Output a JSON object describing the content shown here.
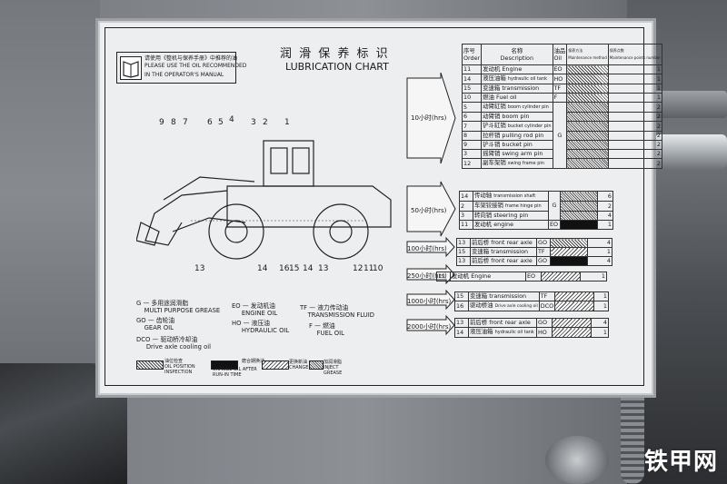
{
  "notice": {
    "zh": "请使用《整机与保养手册》中推荐的油",
    "line1": "PLEASE USE THE OIL RECOMMENDED",
    "line2": "IN THE OPERATOR'S MANUAL"
  },
  "title": {
    "zh": "润 滑 保 养 标 识",
    "en": "LUBRICATION CHART"
  },
  "diagram_numbers": {
    "top": [
      "9",
      "8",
      "7",
      "6",
      "5",
      "4",
      "3",
      "2",
      "1"
    ],
    "bottom": [
      "13",
      "14",
      "16",
      "15",
      "14",
      "13",
      "12",
      "11",
      "10"
    ]
  },
  "table_header": {
    "order_zh": "序号",
    "order_en": "Order",
    "desc_zh": "名称",
    "desc_en": "Description",
    "oil_zh": "油品",
    "oil_en": "Oil",
    "method_zh": "保养方法",
    "method_en": "Maintenance method",
    "count_zh": "保养点数",
    "count_en": "Maintenance points number"
  },
  "intervals": {
    "h10": "10小时(hrs)",
    "h50": "50小时(hrs)",
    "h100": "100小时(hrs)",
    "h250": "250小时(hrs)",
    "h1000": "1000小时(hrs)",
    "h2000": "2000小时(hrs)"
  },
  "rows_10h": [
    {
      "order": "11",
      "zh": "发动机",
      "en": "Engine",
      "oil": "EO",
      "count": "1"
    },
    {
      "order": "14",
      "zh": "液压油箱",
      "en": "hydraulic oil tank",
      "oil": "HO",
      "count": "1"
    },
    {
      "order": "15",
      "zh": "变速箱",
      "en": "transmission",
      "oil": "TF",
      "count": "1"
    },
    {
      "order": "10",
      "zh": "燃油",
      "en": "Fuel oil",
      "oil": "F",
      "count": "1"
    },
    {
      "order": "5",
      "zh": "动臂缸销",
      "en": "boom cylinder pin",
      "oil": "",
      "count": "2"
    },
    {
      "order": "6",
      "zh": "动臂销",
      "en": "boom pin",
      "oil": "",
      "count": "2"
    },
    {
      "order": "7",
      "zh": "铲斗缸销",
      "en": "bucket cylinder pin",
      "oil": "G",
      "count": "2"
    },
    {
      "order": "8",
      "zh": "拉杆销",
      "en": "pulling rod pin",
      "oil": "",
      "count": "2"
    },
    {
      "order": "9",
      "zh": "铲斗销",
      "en": "bucket pin",
      "oil": "",
      "count": "2"
    },
    {
      "order": "3",
      "zh": "摇臂销",
      "en": "swing arm pin",
      "oil": "",
      "count": "2"
    },
    {
      "order": "12",
      "zh": "副车架销",
      "en": "swing frame pin",
      "oil": "",
      "count": "2"
    }
  ],
  "rows_50h": [
    {
      "order": "14",
      "zh": "传动轴",
      "en": "transmission shaft",
      "oil": "",
      "count": "6"
    },
    {
      "order": "2",
      "zh": "车架铰接销",
      "en": "frame hinge pin",
      "oil": "G",
      "count": "2"
    },
    {
      "order": "3",
      "zh": "转向销",
      "en": "steering pin",
      "oil": "",
      "count": "4"
    },
    {
      "order": "11",
      "zh": "发动机",
      "en": "engine",
      "oil": "EO",
      "count": "1"
    }
  ],
  "rows_100h": [
    {
      "order": "13",
      "zh": "前后桥",
      "en": "front rear axle",
      "oil": "GO",
      "count": "4"
    },
    {
      "order": "15",
      "zh": "变速箱",
      "en": "transmission",
      "oil": "TF",
      "count": "1"
    },
    {
      "order": "13",
      "zh": "前后桥",
      "en": "front rear axle",
      "oil": "GO",
      "count": "4"
    }
  ],
  "rows_250h": [
    {
      "order": "11",
      "zh": "发动机",
      "en": "Engine",
      "oil": "EO",
      "count": "1"
    }
  ],
  "rows_1000h": [
    {
      "order": "15",
      "zh": "变速箱",
      "en": "transmission",
      "oil": "TF",
      "count": "1"
    },
    {
      "order": "16",
      "zh": "驱动桥油",
      "en": "Drive axle cooling oil",
      "oil": "DCO",
      "count": "1"
    }
  ],
  "rows_2000h": [
    {
      "order": "13",
      "zh": "前后桥",
      "en": "front rear axle",
      "oil": "GO",
      "count": "4"
    },
    {
      "order": "14",
      "zh": "液压油箱",
      "en": "hydraulic oil tank",
      "oil": "HO",
      "count": "1"
    }
  ],
  "oil_legend": {
    "g_zh": "多用途润滑脂",
    "g_code": "G",
    "g_en": "MULTI PURPOSE GREASE",
    "go_zh": "齿轮油",
    "go_code": "GO",
    "go_en": "GEAR OIL",
    "dco_zh": "驱动桥冷却油",
    "dco_code": "DCO",
    "dco_en": "Drive axle cooling oil",
    "eo_zh": "发动机油",
    "eo_code": "EO",
    "eo_en": "ENGINE OIL",
    "ho_zh": "液压油",
    "ho_code": "HO",
    "ho_en": "HYDRAULIC OIL",
    "tf_zh": "液力传动油",
    "tf_code": "TF",
    "tf_en": "TRANSMISSION FLUID",
    "f_zh": "燃油",
    "f_code": "F",
    "f_en": "FUEL OIL"
  },
  "method_legend": {
    "inspect_zh": "油位检查",
    "inspect_en1": "OIL POSITION",
    "inspect_en2": "INSPECTION",
    "change_run_zh": "磨合期换油",
    "change_run_en1": "CHANGE OIL AFTER",
    "change_run_en2": "RUN-IN TIME",
    "change_zh": "更换新油",
    "change_en": "CHANGE OIL",
    "grease_zh": "加润滑脂",
    "grease_en1": "INJECT",
    "grease_en2": "GREASE"
  },
  "watermark": "铁甲网"
}
